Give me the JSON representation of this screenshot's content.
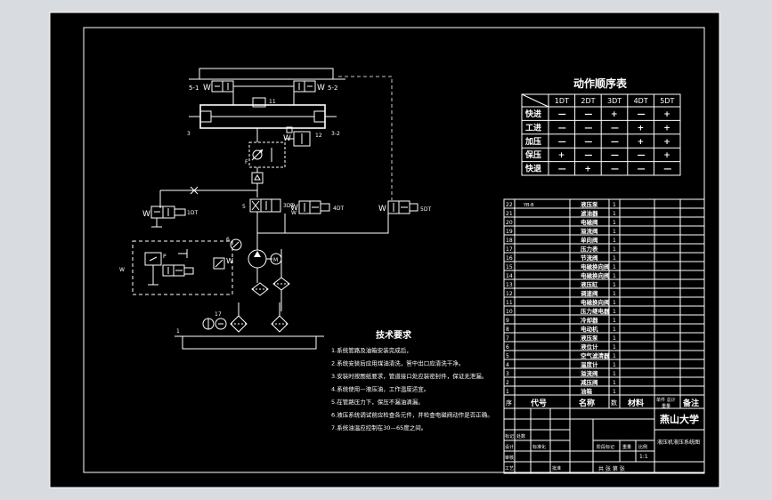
{
  "colors": {
    "paper": "#000000",
    "lines": "#ffffff",
    "frame_bg": "#d8dbe0"
  },
  "sequence_table": {
    "title": "动作顺序表",
    "headers": [
      "1DT",
      "2DT",
      "3DT",
      "4DT",
      "5DT"
    ],
    "rows": [
      {
        "label": "快进",
        "cells": [
          "—",
          "—",
          "+",
          "—",
          "+"
        ]
      },
      {
        "label": "工进",
        "cells": [
          "—",
          "—",
          "—",
          "+",
          "+"
        ]
      },
      {
        "label": "加压",
        "cells": [
          "—",
          "—",
          "—",
          "+",
          "+"
        ]
      },
      {
        "label": "保压",
        "cells": [
          "+",
          "—",
          "—",
          "—",
          "+"
        ]
      },
      {
        "label": "快退",
        "cells": [
          "—",
          "+",
          "—",
          "—",
          "—"
        ]
      }
    ]
  },
  "tech_requirements": {
    "title": "技术要求",
    "items": [
      "1.系统管路及油箱安装完成后，",
      "2.系统安装后应用煤油清洗，管中出口应清洗干净。",
      "3.安装时按图纸要求，管道接口处应装密封件，保证无泄漏。",
      "4.系统使用—液压油，工作温度适宜。",
      "5.在管路压力下，保压不漏油滴漏。",
      "6.液压系统调试前应检查各元件，并检查电磁阀动作是否正确。",
      "7.系统油温应控制在30—65度之间。"
    ]
  },
  "title_block": {
    "col_seq": "序",
    "col_code": "代号",
    "col_name": "名称",
    "col_qty": "数",
    "col_material": "材料",
    "col_unit_wt": "单件 总计",
    "col_weight": "重量",
    "col_remark": "备注",
    "school": "燕山大学",
    "drawing_title": "液压机液压系统图",
    "scale": "1:1",
    "sheet_info": "共 张 第 张",
    "row_labels": [
      "标记",
      "设计",
      "审核",
      "工艺"
    ],
    "mid_labels": [
      "处数",
      "标准化",
      "批准"
    ],
    "stage_labels": [
      "阶段标记",
      "重量",
      "比例"
    ]
  },
  "parts_list": {
    "rows": [
      {
        "no": "22",
        "code": "YB-B",
        "name": "液压泵",
        "qty": "1"
      },
      {
        "no": "21",
        "code": "",
        "name": "滤油器",
        "qty": "1"
      },
      {
        "no": "20",
        "code": "",
        "name": "电磁阀",
        "qty": "1"
      },
      {
        "no": "19",
        "code": "",
        "name": "溢流阀",
        "qty": "1"
      },
      {
        "no": "18",
        "code": "",
        "name": "单向阀",
        "qty": "1"
      },
      {
        "no": "17",
        "code": "",
        "name": "压力表",
        "qty": "1"
      },
      {
        "no": "16",
        "code": "",
        "name": "节流阀",
        "qty": "1"
      },
      {
        "no": "15",
        "code": "",
        "name": "电磁换向阀",
        "qty": "1"
      },
      {
        "no": "14",
        "code": "",
        "name": "电磁换向阀",
        "qty": "1"
      },
      {
        "no": "13",
        "code": "",
        "name": "液压缸",
        "qty": "1"
      },
      {
        "no": "12",
        "code": "",
        "name": "调速阀",
        "qty": "1"
      },
      {
        "no": "11",
        "code": "",
        "name": "电磁换向阀",
        "qty": "1"
      },
      {
        "no": "10",
        "code": "",
        "name": "压力继电器",
        "qty": "1"
      },
      {
        "no": "9",
        "code": "",
        "name": "冷却器",
        "qty": "1"
      },
      {
        "no": "8",
        "code": "",
        "name": "电动机",
        "qty": "1"
      },
      {
        "no": "7",
        "code": "",
        "name": "液压泵",
        "qty": "1"
      },
      {
        "no": "6",
        "code": "",
        "name": "液位计",
        "qty": "1"
      },
      {
        "no": "5",
        "code": "",
        "name": "空气滤清器",
        "qty": "1"
      },
      {
        "no": "4",
        "code": "",
        "name": "温度计",
        "qty": "1"
      },
      {
        "no": "3",
        "code": "",
        "name": "溢流阀",
        "qty": "1"
      },
      {
        "no": "2",
        "code": "",
        "name": "减压阀",
        "qty": "1"
      },
      {
        "no": "1",
        "code": "",
        "name": "油箱",
        "qty": "1"
      }
    ]
  }
}
